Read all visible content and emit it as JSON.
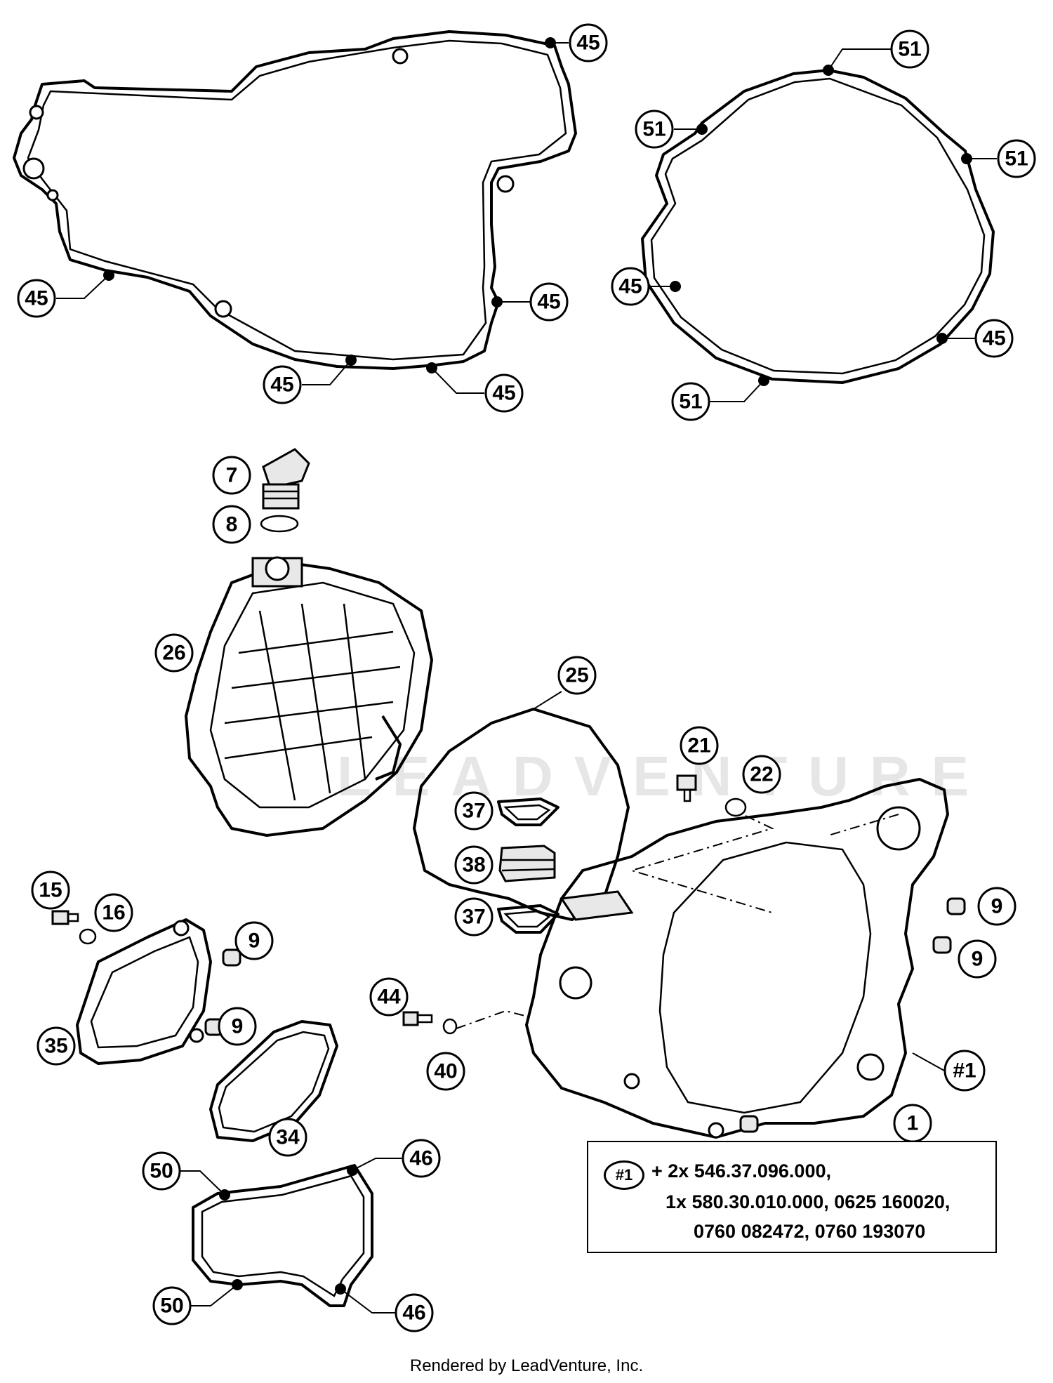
{
  "callouts": {
    "c45": "45",
    "c51": "51",
    "c7": "7",
    "c8": "8",
    "c26": "26",
    "c25": "25",
    "c21": "21",
    "c22": "22",
    "c37": "37",
    "c38": "38",
    "c15": "15",
    "c16": "16",
    "c9": "9",
    "c35": "35",
    "c34": "34",
    "c44": "44",
    "c40": "40",
    "c1ref": "#1",
    "c50": "50",
    "c46": "46",
    "c1": "1"
  },
  "kit_box": {
    "ref": "#1",
    "line1": "+ 2x 546.37.096.000,",
    "line2": "1x 580.30.010.000, 0625 160020,",
    "line3": "0760 082472, 0760 193070"
  },
  "watermark": "LEADVENTURE",
  "footer": "Rendered by LeadVenture, Inc."
}
